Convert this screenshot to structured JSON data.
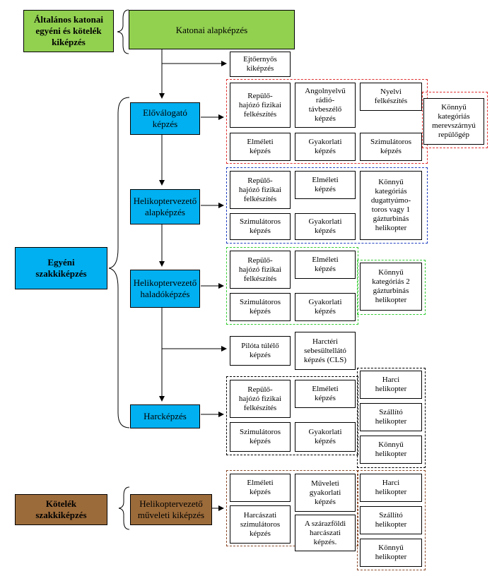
{
  "left": {
    "general": "Általános katonai\negyéni és kötelék\nkiképzés",
    "individual": "Egyéni\nszakkiképzés",
    "unit": "Kötelék\nszakkiképzés"
  },
  "top": {
    "basic": "Katonai alapképzés",
    "parachute": "Ejtőernyős\nkiképzés"
  },
  "spine": {
    "preselection": "Előválogató\nképzés",
    "heli_basic": "Helikoptervezető\nalapképzés",
    "heli_advanced": "Helikoptervezető\nhaladóképzés",
    "combat": "Harcképzés",
    "heli_ops": "Helikoptervezető\nműveleti kiképzés"
  },
  "preselection_group": {
    "physical": "Repülő-\nhajózó fizikai\nfelkészítés",
    "english_radio": "Angolnyelvű\nrádió-\ntávbeszélő\nképzés",
    "language": "Nyelvi\nfelkészítés",
    "theory": "Elméleti\nképzés",
    "practical": "Gyakorlati\nképzés",
    "simulator": "Szimulátoros\nképzés",
    "aircraft": "Könnyű\nkategóriás\nmerevszárnyú\nrepülőgép"
  },
  "basic_group": {
    "physical": "Repülő-\nhajózó fizikai\nfelkészítés",
    "theory": "Elméleti\nképzés",
    "helicopter": "Könnyű\nkategóriás\ndugattyúmo-\ntoros vagy 1\ngázturbinás\nhelikopter",
    "simulator": "Szimulátoros\nképzés",
    "practical": "Gyakorlati\nképzés"
  },
  "advanced_group": {
    "physical": "Repülő-\nhajózó fizikai\nfelkészítés",
    "theory": "Elméleti\nképzés",
    "helicopter": "Könnyű\nkategóriás 2\ngázturbinás\nhelikopter",
    "simulator": "Szimulátoros\nképzés",
    "practical": "Gyakorlati\nképzés"
  },
  "survival": {
    "pilot_survival": "Pilóta túlélő\nképzés",
    "cls": "Harctéri\nsebesültellátó\nképzés (CLS)"
  },
  "combat_group": {
    "physical": "Repülő-\nhajózó fizikai\nfelkészítés",
    "theory": "Elméleti\nképzés",
    "simulator": "Szimulátoros\nképzés",
    "practical": "Gyakorlati\nképzés",
    "attack": "Harci\nhelikopter",
    "transport": "Szállító\nhelikopter",
    "light": "Könnyű\nhelikopter"
  },
  "ops_group": {
    "theory": "Elméleti\nképzés",
    "ops_practical": "Műveleti\ngyakorlati\nképzés",
    "combat_sim": "Harcászati\nszimulátoros\nképzés",
    "ground_tactics": "A szárazföldi\nharcászati\nképzés.",
    "attack": "Harci\nhelikopter",
    "transport": "Szállító\nhelikopter",
    "light": "Könnyű\nhelikopter"
  },
  "colors": {
    "green": "#92d050",
    "blue": "#00b0f0",
    "brown": "#9c6b3a",
    "red_dash": "#e03030",
    "blue_dash": "#2040c0",
    "green_dash": "#33cc33"
  }
}
